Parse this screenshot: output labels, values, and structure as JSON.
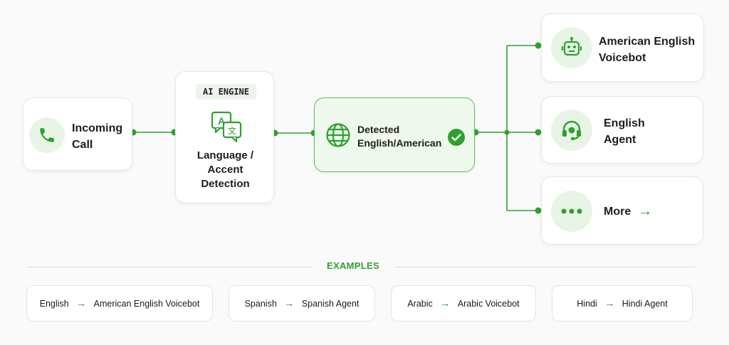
{
  "colors": {
    "accent": "#2ea12e",
    "accent_light": "#e8f5e6",
    "detected_bg": "#eef8ec"
  },
  "nodes": {
    "incoming": {
      "label_line1": "Incoming",
      "label_line2": "Call",
      "icon": "phone-icon"
    },
    "engine": {
      "badge": "AI ENGINE",
      "label_line1": "Language /",
      "label_line2": "Accent",
      "label_line3": "Detection",
      "icon": "translate-icon"
    },
    "detected": {
      "label_line1": "Detected",
      "label_line2": "English/American",
      "icon": "globe-icon",
      "status_icon": "check-icon"
    },
    "voicebot": {
      "label_line1": "American English",
      "label_line2": "Voicebot",
      "icon": "robot-icon"
    },
    "agent": {
      "label_line1": "English",
      "label_line2": "Agent",
      "icon": "headset-icon"
    },
    "more": {
      "label": "More",
      "arrow": "→",
      "icon": "ellipsis-icon"
    }
  },
  "examples": {
    "title": "EXAMPLES",
    "items": [
      {
        "from": "English",
        "arrow": "→",
        "to": "American English Voicebot"
      },
      {
        "from": "Spanish",
        "arrow": "→",
        "to": "Spanish Agent"
      },
      {
        "from": "Arabic",
        "arrow": "→",
        "to": "Arabic Voicebot"
      },
      {
        "from": "Hindi",
        "arrow": "→",
        "to": "Hindi Agent"
      }
    ]
  }
}
